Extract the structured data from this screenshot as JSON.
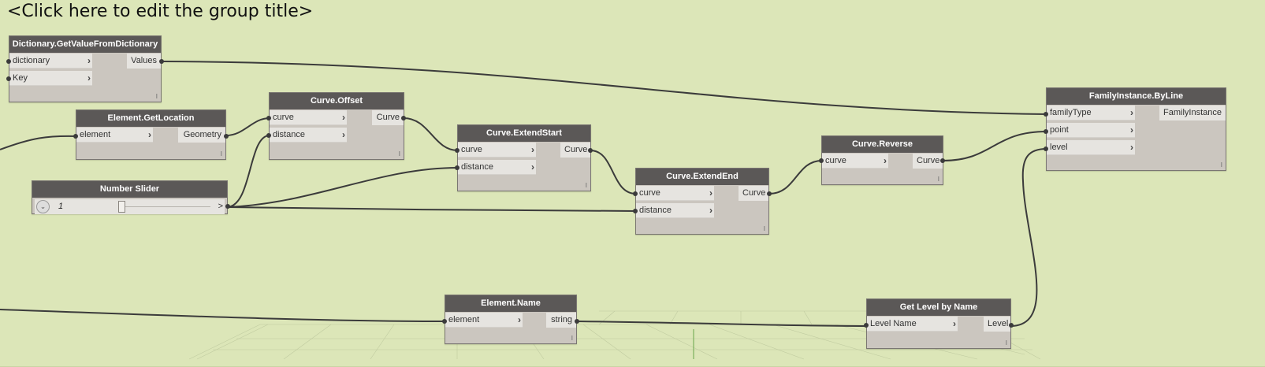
{
  "group": {
    "title": "<Click here to edit the group title>"
  },
  "nodes": {
    "dict": {
      "title": "Dictionary.GetValueFromDictionary",
      "inputs": [
        "dictionary",
        "Key"
      ],
      "output": "Values"
    },
    "getloc": {
      "title": "Element.GetLocation",
      "inputs": [
        "element"
      ],
      "output": "Geometry"
    },
    "offset": {
      "title": "Curve.Offset",
      "inputs": [
        "curve",
        "distance"
      ],
      "output": "Curve"
    },
    "slider": {
      "title": "Number Slider",
      "value": "1",
      "out_symbol": ">"
    },
    "extstart": {
      "title": "Curve.ExtendStart",
      "inputs": [
        "curve",
        "distance"
      ],
      "output": "Curve"
    },
    "extend": {
      "title": "Curve.ExtendEnd",
      "inputs": [
        "curve",
        "distance"
      ],
      "output": "Curve"
    },
    "reverse": {
      "title": "Curve.Reverse",
      "inputs": [
        "curve"
      ],
      "output": "Curve"
    },
    "famline": {
      "title": "FamilyInstance.ByLine",
      "inputs": [
        "familyType",
        "point",
        "level"
      ],
      "output": "FamilyInstance"
    },
    "elname": {
      "title": "Element.Name",
      "inputs": [
        "element"
      ],
      "output": "string"
    },
    "getlevel": {
      "title": "Get Level by Name",
      "inputs": [
        "Level Name"
      ],
      "output": "Level"
    }
  },
  "lace_symbol": "I",
  "colors": {
    "canvas": "#dce6b8",
    "node_header": "#5b5857",
    "node_body": "#cbc6bf",
    "wire": "#3b3b3b"
  }
}
